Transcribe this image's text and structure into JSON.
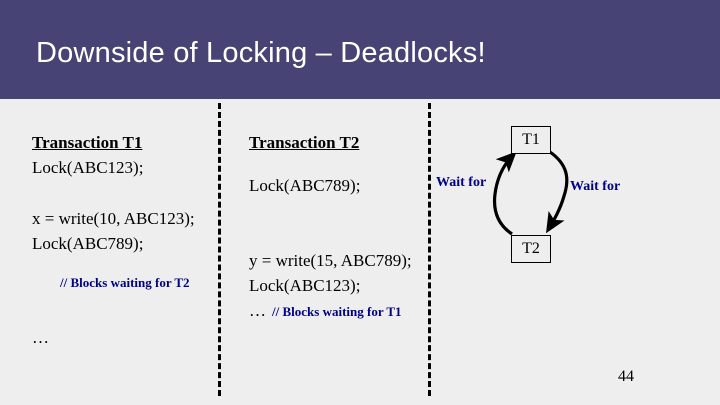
{
  "slide": {
    "title": "Downside of Locking – Deadlocks!",
    "page_number": "44",
    "background_color": "#eeeeee",
    "title_bar_color": "#474375",
    "comment_color": "#00008b"
  },
  "transaction_t1": {
    "heading": "Transaction T1",
    "lines": [
      "Lock(ABC123);",
      "x = write(10, ABC123);",
      "Lock(ABC789);"
    ],
    "comment": "// Blocks waiting for T2",
    "ellipsis": "…"
  },
  "transaction_t2": {
    "heading": "Transaction T2",
    "lines": [
      "Lock(ABC789);",
      "y = write(15, ABC789);",
      "Lock(ABC123);"
    ],
    "comment": "// Blocks waiting for T1",
    "ellipsis": "…"
  },
  "wait_for_graph": {
    "node_top": "T1",
    "node_bottom": "T2",
    "edge_label_left": "Wait for",
    "edge_label_right": "Wait for"
  }
}
